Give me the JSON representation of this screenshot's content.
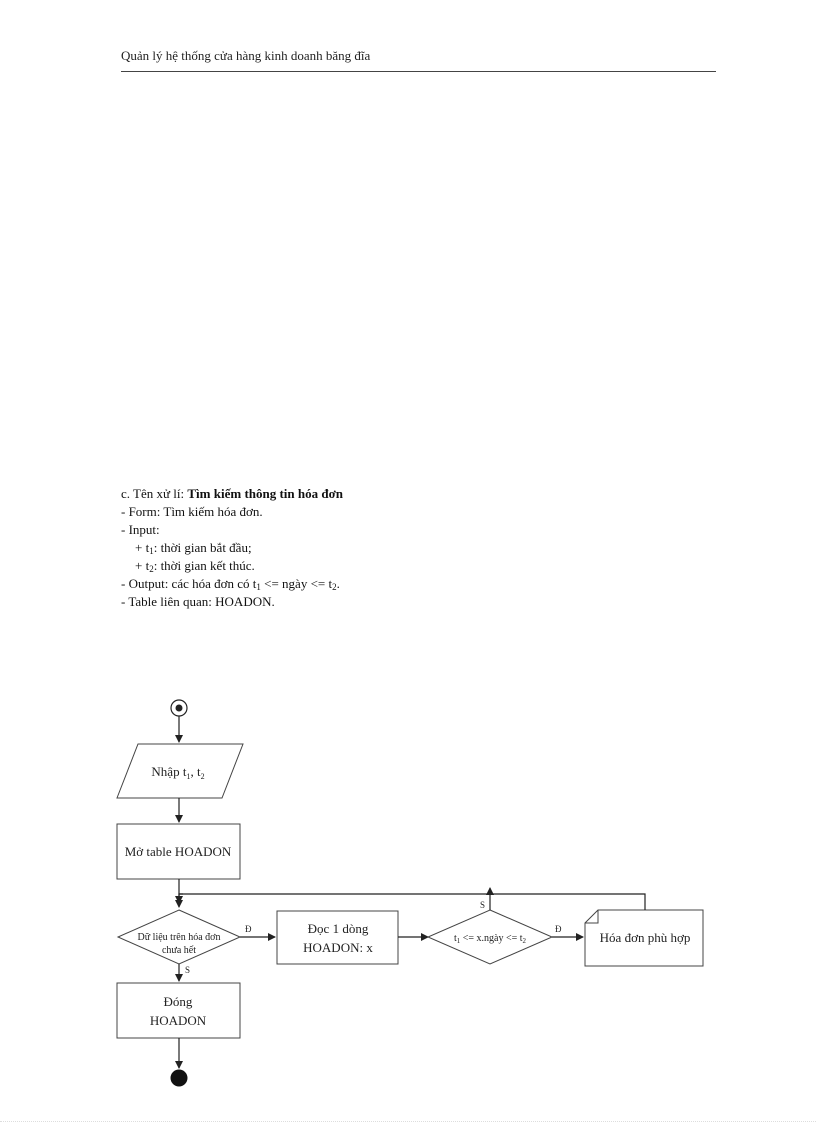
{
  "header": {
    "title": "Quản lý hệ thống cửa hàng kinh doanh băng đĩa"
  },
  "spec": {
    "name_label": "c. Tên xử lí:",
    "name_value": "Tìm kiếm thông tin hóa đơn",
    "form": "- Form: Tìm kiếm hóa đơn.",
    "input_label": "- Input:",
    "input_t1_prefix": "+ t",
    "input_t1_sub": "1",
    "input_t1_text": ": thời gian bắt đầu;",
    "input_t2_prefix": "+ t",
    "input_t2_sub": "2",
    "input_t2_text": ": thời gian kết thúc.",
    "output_prefix": "- Output: các hóa đơn có t",
    "output_sub1": "1",
    "output_mid": " <= ngày <= t",
    "output_sub2": "2",
    "output_suffix": ".",
    "tables": "- Table liên quan: HOADON."
  },
  "flowchart": {
    "input_label": "Nhập t",
    "input_sub1": "1",
    "input_sep": ", t",
    "input_sub2": "2",
    "open_table": "Mở table HOADON",
    "decision1_line1": "Dữ liệu trên hóa đơn",
    "decision1_line2": "chưa hết",
    "yes_label": "Đ",
    "no_label": "S",
    "read_line1": "Đọc 1 dòng",
    "read_line2": "HOADON: x",
    "decision2_t": "t",
    "decision2_sub1": "1",
    "decision2_mid": " <= x.ngày <= t",
    "decision2_sub2": "2",
    "result_doc": "Hóa đơn phù hợp",
    "close_line1": "Đóng",
    "close_line2": "HOADON"
  }
}
